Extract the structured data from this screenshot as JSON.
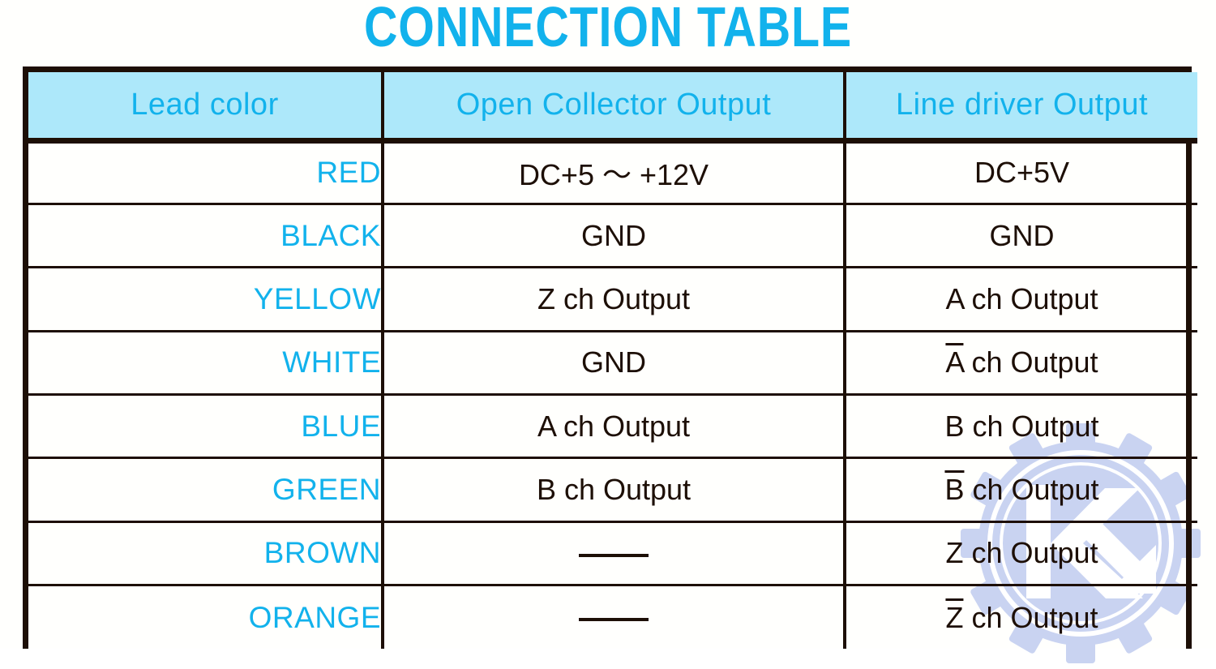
{
  "page": {
    "title": "CONNECTION TABLE",
    "accent_color": "#12b2ec",
    "header_bg": "#ade8fa",
    "border_color": "#1d0f06",
    "text_color": "#1d0f06",
    "watermark_color": "#c8d2f0"
  },
  "table": {
    "columns": [
      {
        "label": "Lead color"
      },
      {
        "label": "Open Collector Output"
      },
      {
        "label": "Line driver Output"
      }
    ],
    "rows": [
      {
        "lead": "RED",
        "open_collector": "DC+5 〜 +12V",
        "open_collector_dash": false,
        "line_driver": "DC+5V",
        "line_driver_overbar": "",
        "line_driver_rest": ""
      },
      {
        "lead": "BLACK",
        "open_collector": "GND",
        "open_collector_dash": false,
        "line_driver": "GND",
        "line_driver_overbar": "",
        "line_driver_rest": ""
      },
      {
        "lead": "YELLOW",
        "open_collector": "Z ch Output",
        "open_collector_dash": false,
        "line_driver": "A ch Output",
        "line_driver_overbar": "",
        "line_driver_rest": ""
      },
      {
        "lead": "WHITE",
        "open_collector": "GND",
        "open_collector_dash": false,
        "line_driver": "A ch Output",
        "line_driver_overbar": "A",
        "line_driver_rest": " ch Output"
      },
      {
        "lead": "BLUE",
        "open_collector": "A ch Output",
        "open_collector_dash": false,
        "line_driver": "B ch Output",
        "line_driver_overbar": "",
        "line_driver_rest": ""
      },
      {
        "lead": "GREEN",
        "open_collector": "B ch Output",
        "open_collector_dash": false,
        "line_driver": "B ch Output",
        "line_driver_overbar": "B",
        "line_driver_rest": " ch Output"
      },
      {
        "lead": "BROWN",
        "open_collector": "—",
        "open_collector_dash": true,
        "line_driver": "Z ch Output",
        "line_driver_overbar": "",
        "line_driver_rest": ""
      },
      {
        "lead": "ORANGE",
        "open_collector": "—",
        "open_collector_dash": true,
        "line_driver": "Z ch Output",
        "line_driver_overbar": "Z",
        "line_driver_rest": " ch Output"
      }
    ]
  },
  "watermark": {
    "letter": "K"
  }
}
